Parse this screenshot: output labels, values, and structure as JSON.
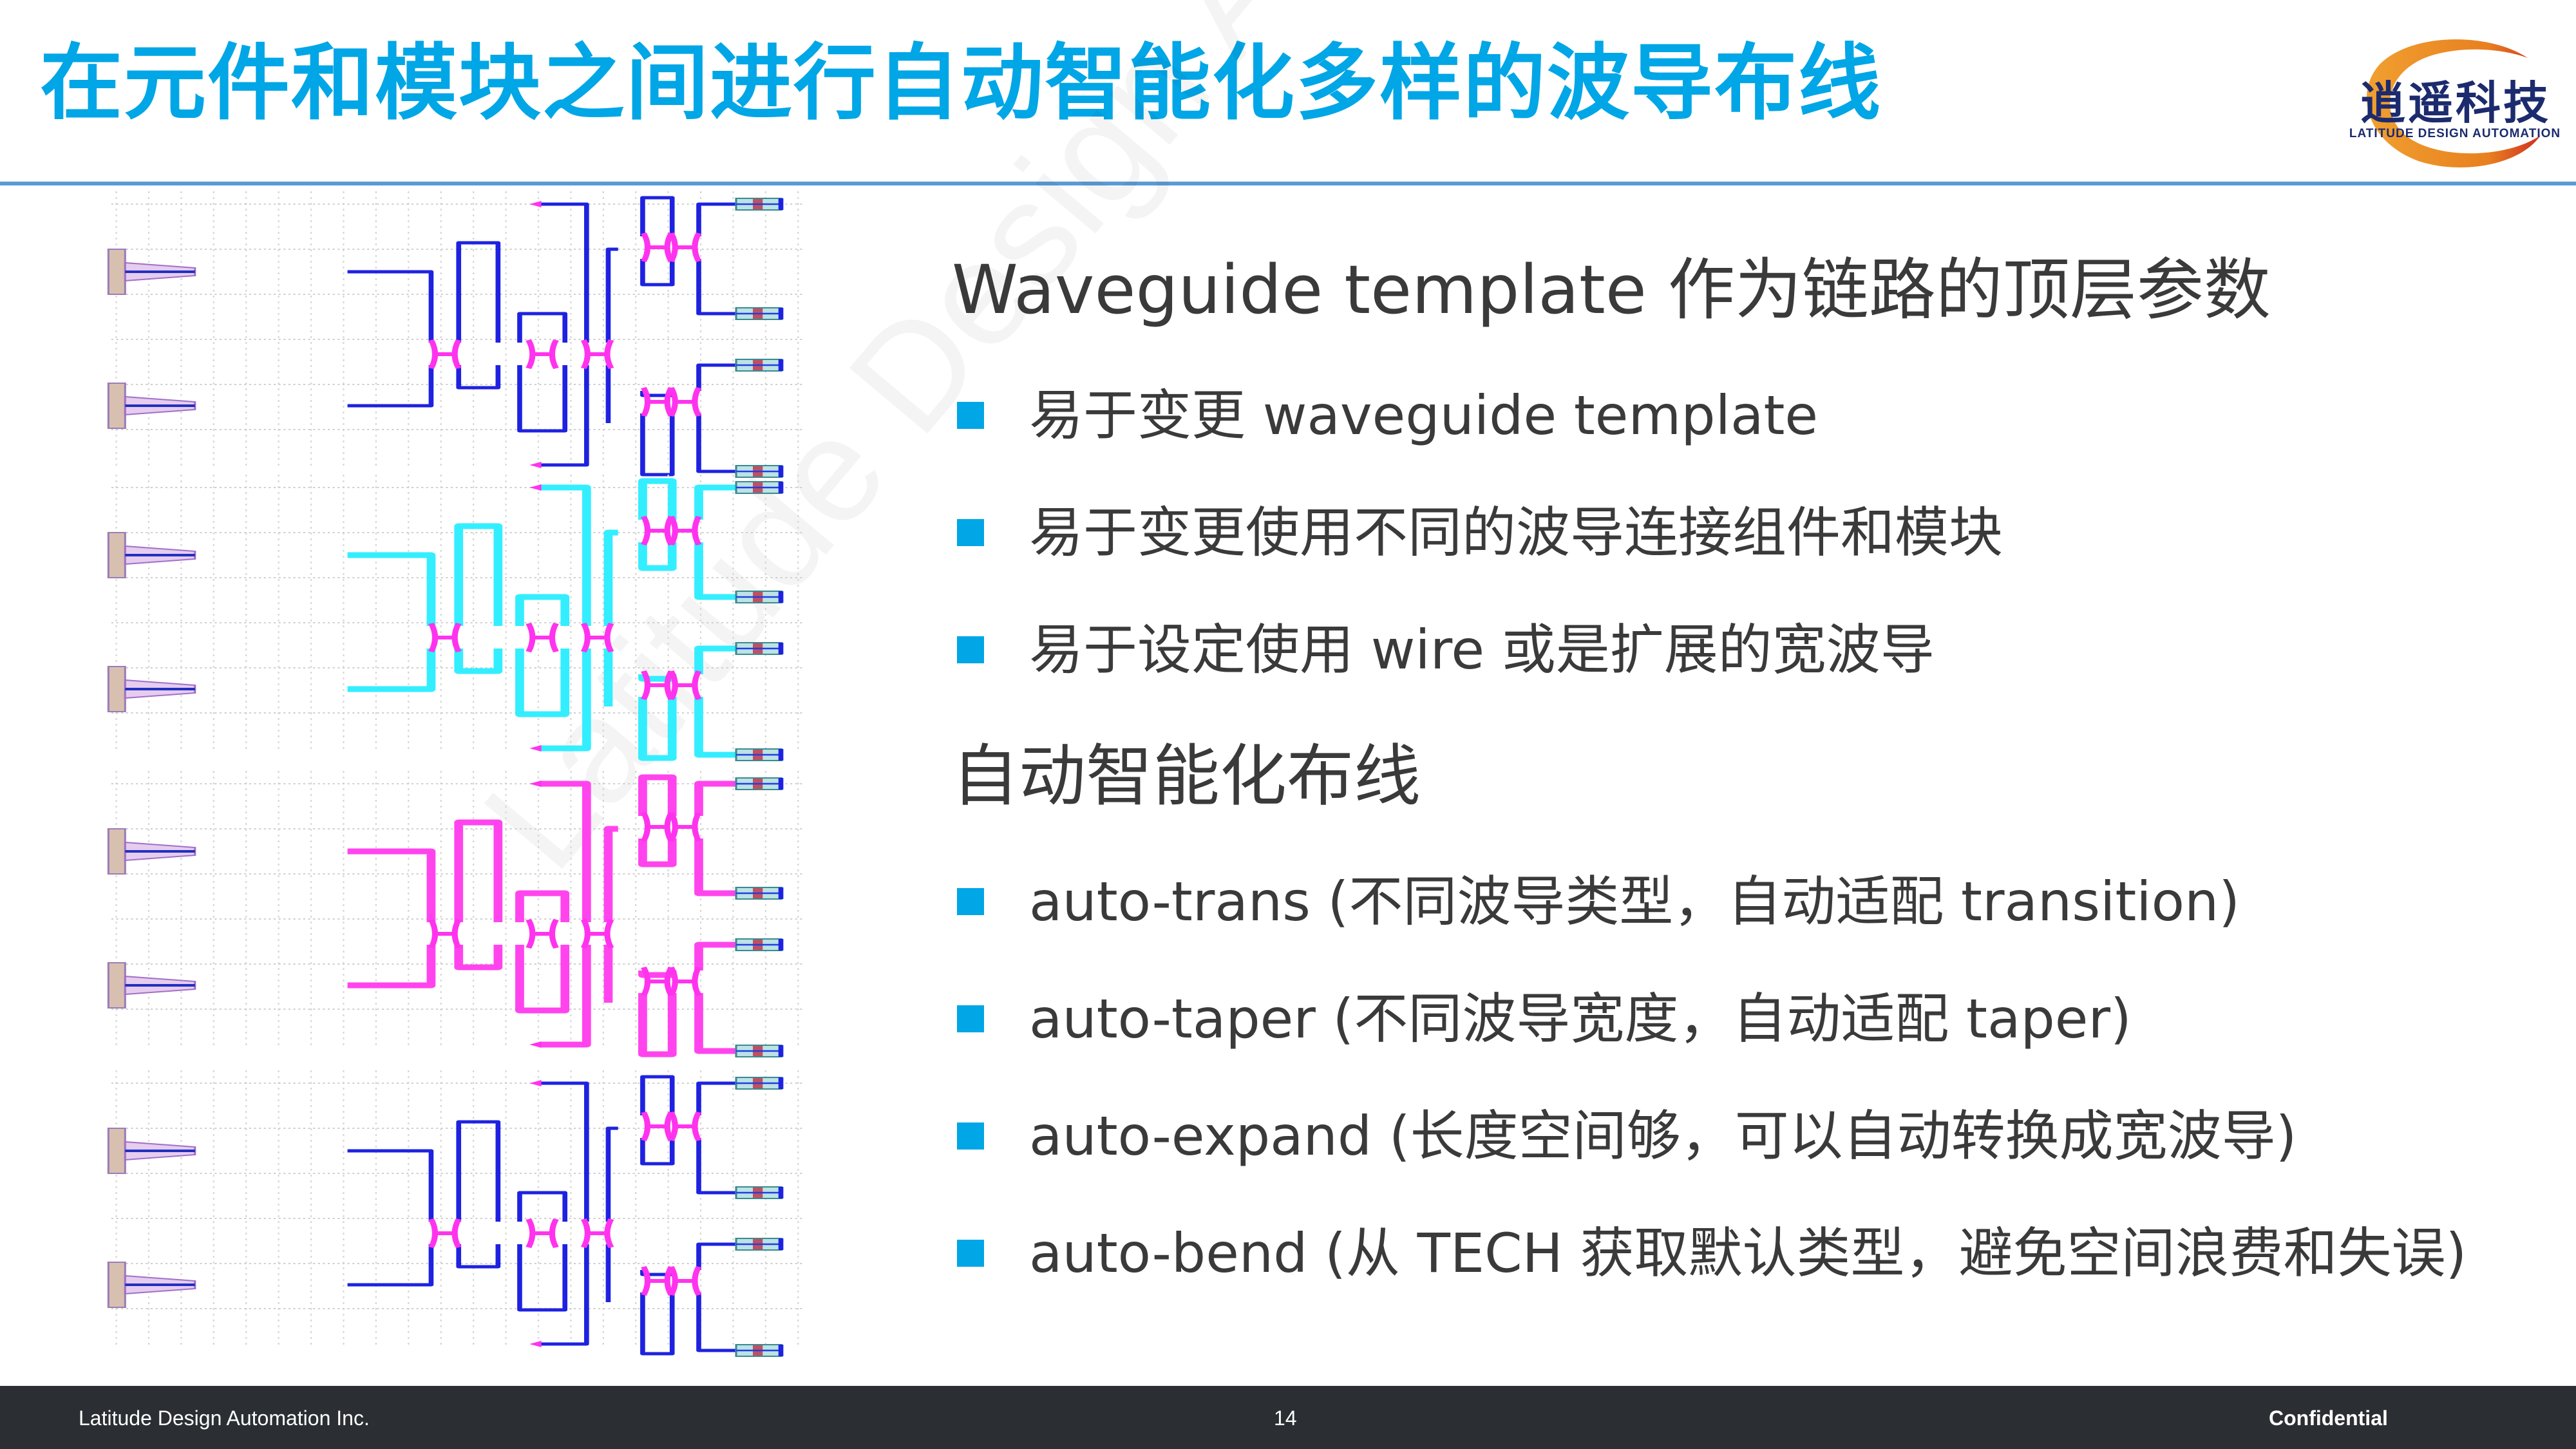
{
  "slide": {
    "title": "在元件和模块之间进行自动智能化多样的波导布线",
    "accent_color": "#00A6E6",
    "rule_color": "#5B9BD5"
  },
  "logo": {
    "name_cn": "逍遥科技",
    "name_en": "LATITUDE DESIGN AUTOMATION"
  },
  "watermark": "Latitude Design Automation",
  "diagram": {
    "description": "Waveguide routing layouts: 1x2 splitter trees with grating couplers, MMI couplers and output connectors",
    "panels": [
      {
        "name": "wire-template-blue",
        "waveguide_color": "#1E22E0",
        "coupler_color": "#FF33EE"
      },
      {
        "name": "wide-template-cyan",
        "waveguide_color": "#33EEFF",
        "coupler_color": "#FF33EE"
      },
      {
        "name": "expanded-template-magenta",
        "waveguide_color": "#FF44EE",
        "coupler_color": "#FF33EE"
      },
      {
        "name": "wire-template-blue-2",
        "waveguide_color": "#1E22E0",
        "coupler_color": "#FF33EE"
      }
    ]
  },
  "content": {
    "section1": {
      "heading": "Waveguide template 作为链路的顶层参数",
      "bullets": [
        "易于变更 waveguide template",
        "易于变更使用不同的波导连接组件和模块",
        "易于设定使用 wire 或是扩展的宽波导"
      ]
    },
    "section2": {
      "heading": "自动智能化布线",
      "bullets": [
        "auto-trans (不同波导类型，自动适配 transition)",
        "auto-taper (不同波导宽度，自动适配 taper)",
        "auto-expand (长度空间够，可以自动转换成宽波导)",
        "auto-bend (从 TECH 获取默认类型，避免空间浪费和失误)"
      ]
    }
  },
  "footer": {
    "company": "Latitude Design Automation Inc.",
    "page_number": "14",
    "classification": "Confidential"
  }
}
